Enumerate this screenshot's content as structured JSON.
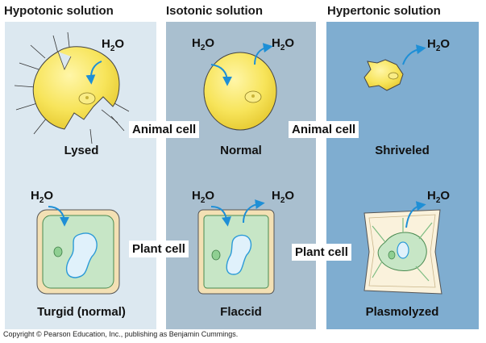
{
  "headers": {
    "hypotonic": "Hypotonic solution",
    "isotonic": "Isotonic solution",
    "hypertonic": "Hypertonic solution"
  },
  "water": {
    "main": "H",
    "sub": "2",
    "tail": "O"
  },
  "row_labels": {
    "animal": "Animal cell",
    "plant": "Plant cell"
  },
  "animal_states": {
    "hypotonic": "Lysed",
    "isotonic": "Normal",
    "hypertonic": "Shriveled"
  },
  "plant_states": {
    "hypotonic": "Turgid (normal)",
    "isotonic": "Flaccid",
    "hypertonic": "Plasmolyzed"
  },
  "copyright": "Copyright © Pearson Education, Inc., publishing as Benjamin Cummings.",
  "colors": {
    "hypotonic_bg": "#dce8f0",
    "isotonic_bg": "#a9bfcf",
    "hypertonic_bg": "#7fadd0",
    "animal_cell": "#f7e45a",
    "plant_cytoplasm": "#c7e6c6",
    "cell_wall": "#f3e0b4",
    "vacuole": "#e0f1fb",
    "arrow": "#1e8fd6"
  }
}
